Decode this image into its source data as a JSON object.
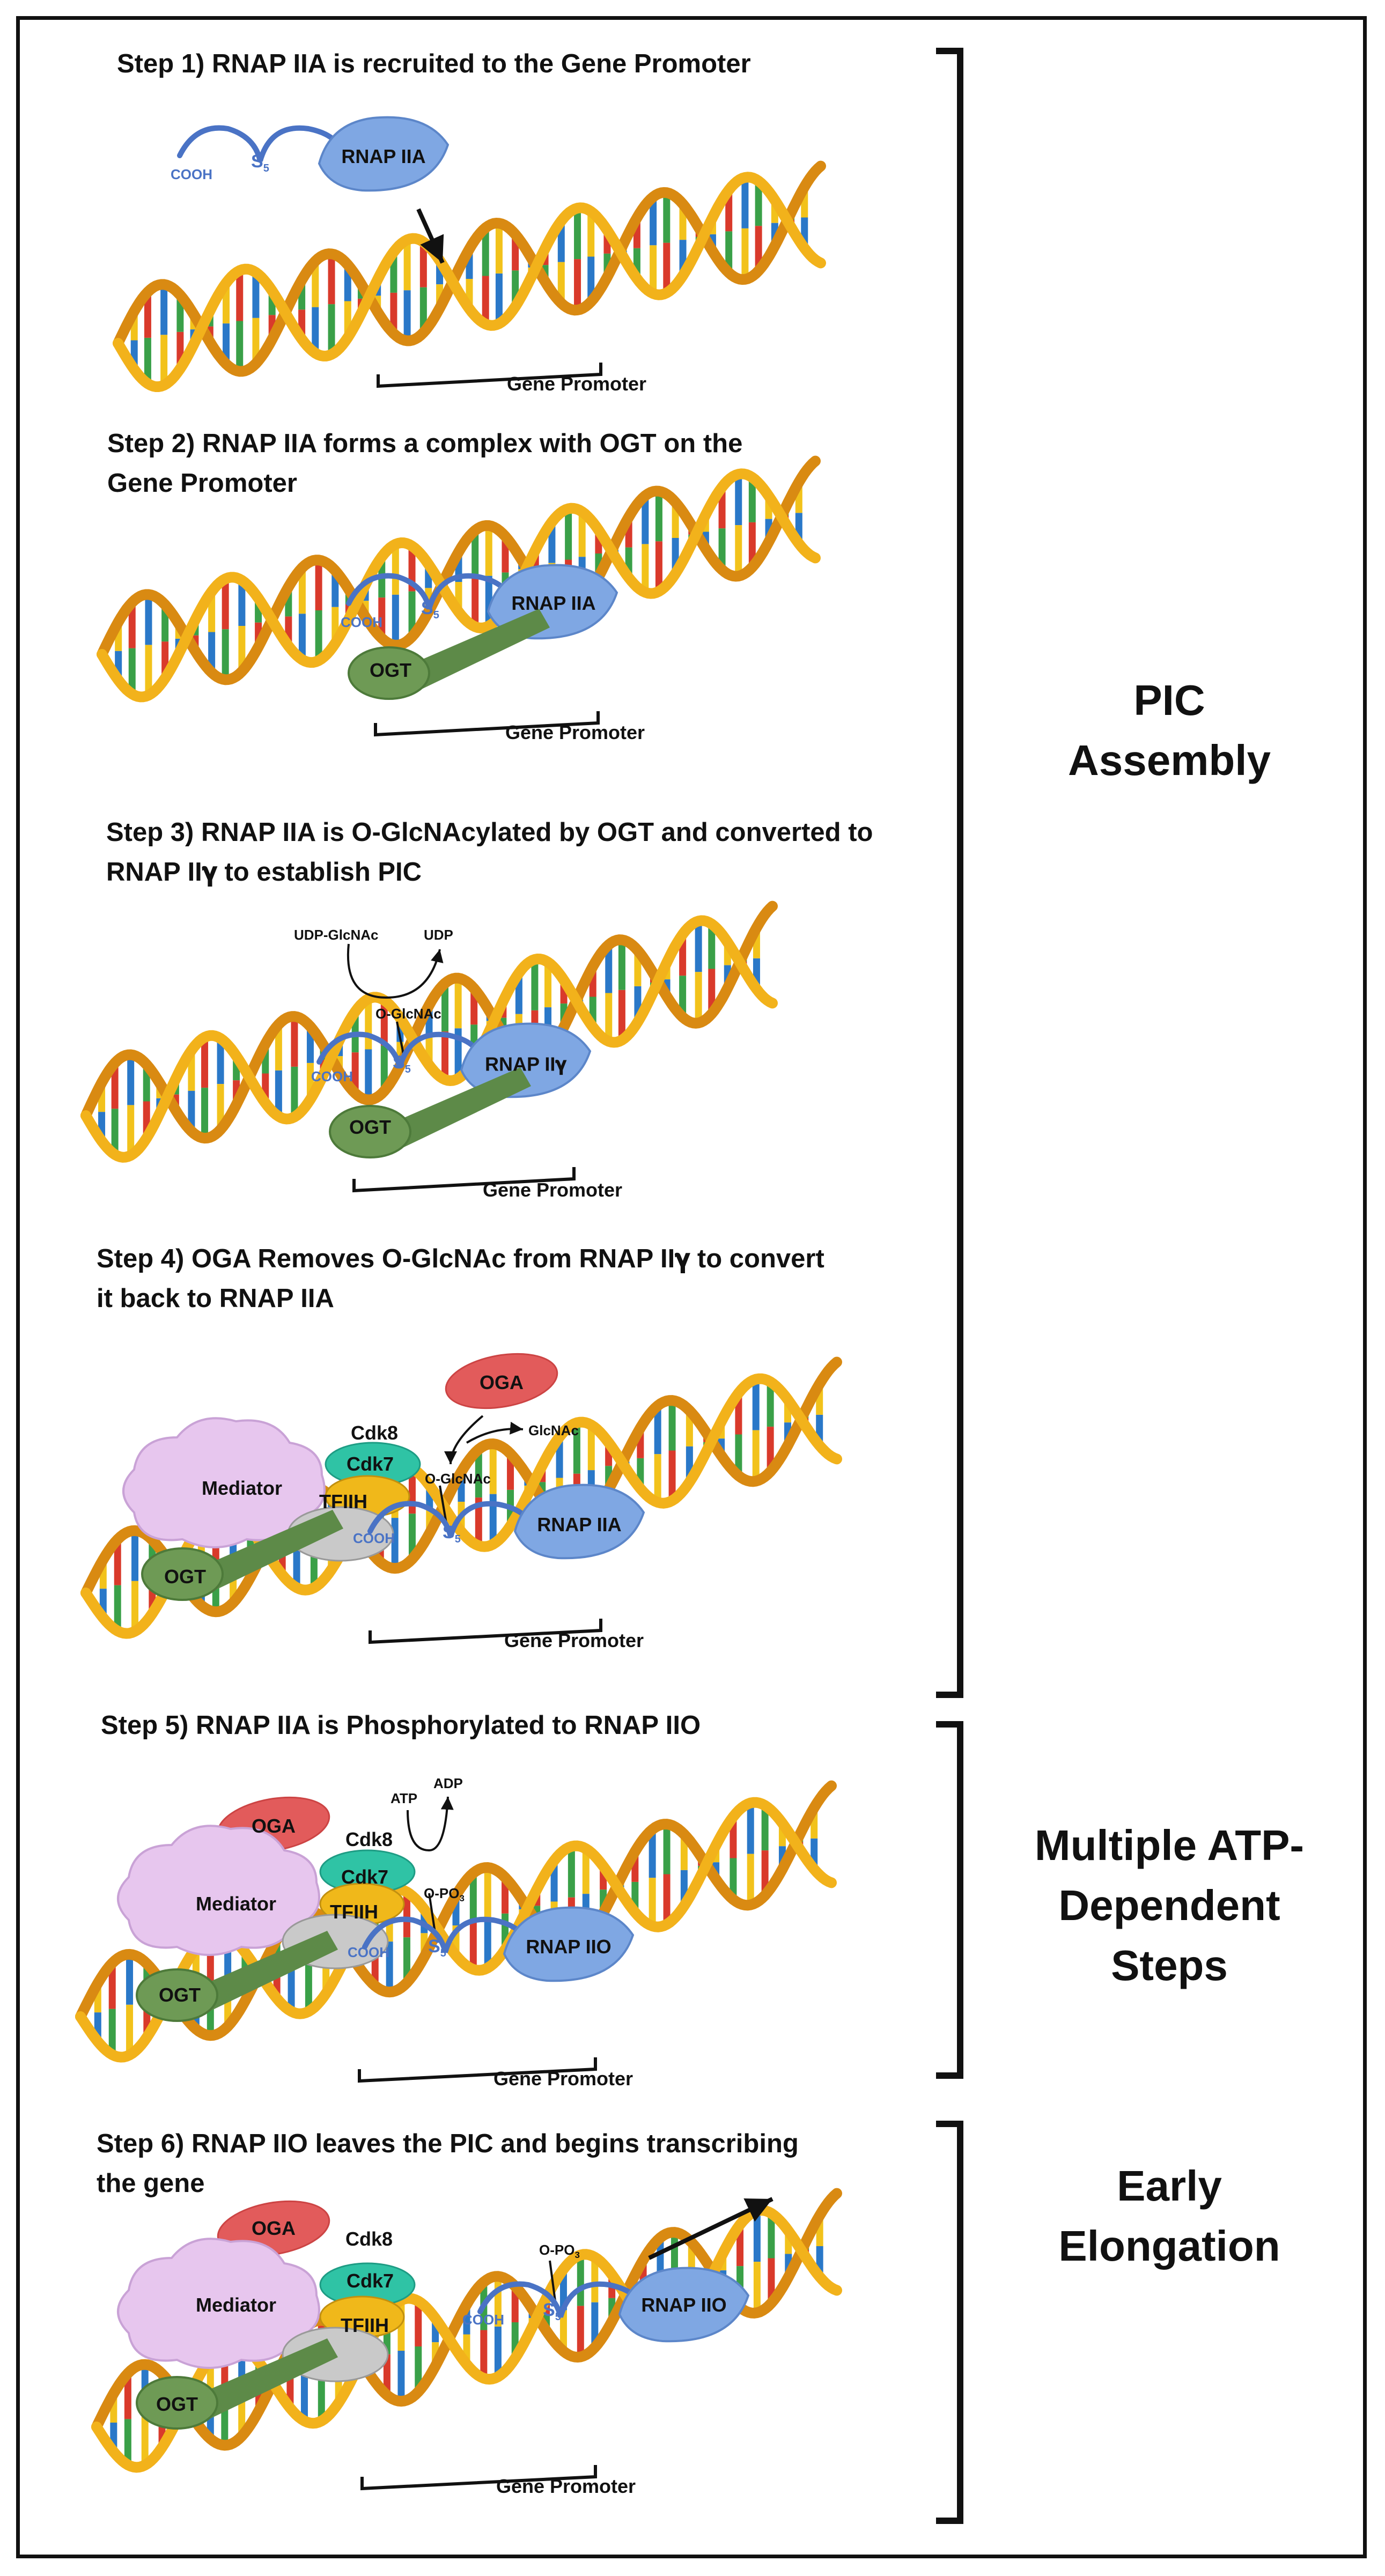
{
  "steps": [
    {
      "title": "Step 1) RNAP IIA is recruited  to the Gene Promoter"
    },
    {
      "title": "Step 2) RNAP IIA forms a complex with OGT on the\nGene Promoter"
    },
    {
      "title": "Step 3) RNAP IIA is O-GlcNAcylated by OGT and converted to\nRNAP II𝛄 to establish PIC"
    },
    {
      "title": "Step 4) OGA  Removes O-GlcNAc from RNAP II𝛄 to convert\nit back to RNAP IIA"
    },
    {
      "title": "Step 5) RNAP IIA is Phosphorylated to RNAP IIO"
    },
    {
      "title": "Step 6) RNAP IIO leaves the PIC and begins transcribing\nthe gene"
    }
  ],
  "phases": [
    {
      "label": "PIC\nAssembly"
    },
    {
      "label": "Multiple ATP-\nDependent\nSteps"
    },
    {
      "label": "Early\nElongation"
    }
  ],
  "labels": {
    "gene_promoter": "Gene Promoter",
    "cooh": "COOH",
    "ser5": "S",
    "ser5_sub": "5",
    "rnap_iia": "RNAP IIA",
    "rnap_iig": "RNAP II𝛄",
    "rnap_iio": "RNAP IIO",
    "ogt": "OGT",
    "oga": "OGA",
    "mediator": "Mediator",
    "cdk8": "Cdk8",
    "cdk7": "Cdk7",
    "tfiih": "TFIIH",
    "udp_glcnac": "UDP-GlcNAc",
    "udp": "UDP",
    "o_glcnac": "O-GlcNAc",
    "glcnac": "GlcNAc",
    "atp": "ATP",
    "adp": "ADP",
    "o_po3": "O-PO",
    "o_po3_sub": "3"
  },
  "colors": {
    "dna_backbone": "#f2b21b",
    "dna_backbone_shade": "#d98a12",
    "base_pairs": [
      "#d93a2b",
      "#2a78c8",
      "#3aa048",
      "#f2c21b"
    ],
    "rnap": "#7fa7e3",
    "ctd_tail": "#4a73c5",
    "ogt": "#6e9a55",
    "oga": "#e25b5b",
    "mediator": "#e7c6ee",
    "cdk8": "#2fc3a5",
    "cdk7": "#f0b81a",
    "tfiih": "#c9c9c9"
  }
}
